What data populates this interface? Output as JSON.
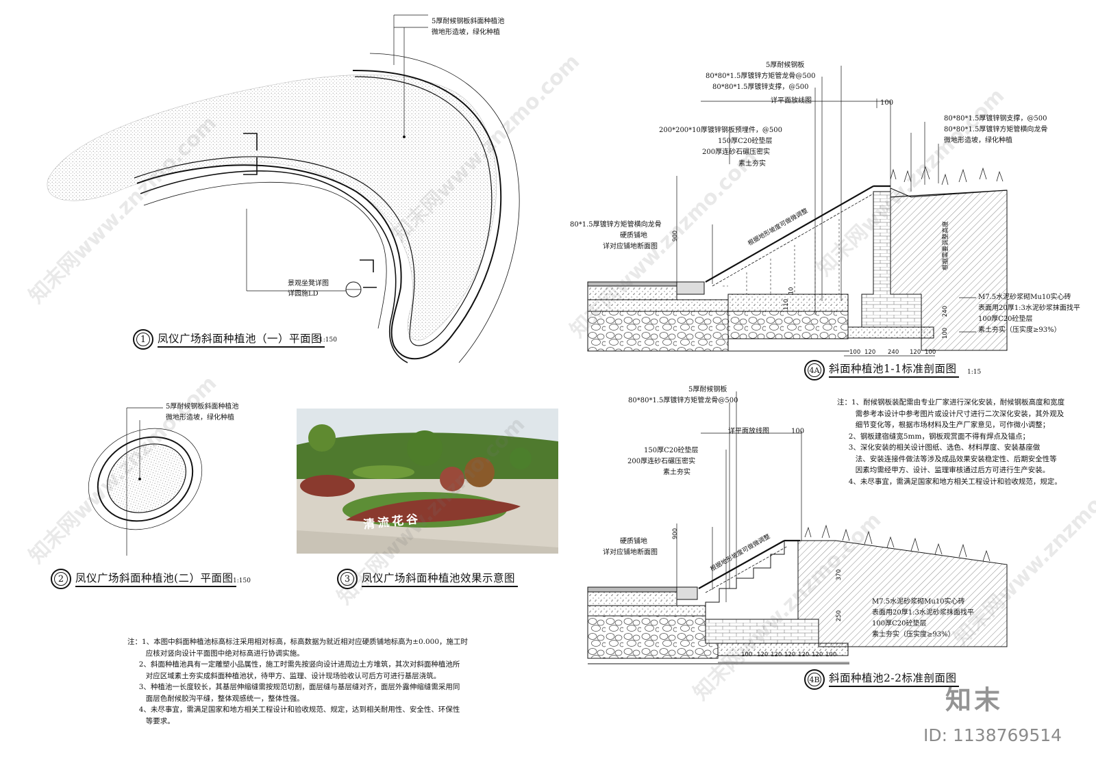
{
  "plan1": {
    "badge": "1",
    "title": "凤仪广场斜面种植池（一）平面图",
    "scale": "1:150",
    "callouts": [
      "5厚耐候钢板斜面种植池",
      "微地形造坡，绿化种植"
    ],
    "detail_ref": [
      "景观坐凳详图",
      "详园施LD"
    ]
  },
  "plan2": {
    "badge": "2",
    "title": "凤仪广场斜面种植池(二）平面图",
    "scale": "1:150",
    "callouts": [
      "5厚耐候钢板斜面种植池",
      "微地形造坡，绿化种植"
    ]
  },
  "photo": {
    "badge": "3",
    "title": "凤仪广场斜面种植池效果示意图",
    "sign_text": "清流花谷",
    "colors": {
      "sky": "#dfe6ea",
      "green": "#4f7a2e",
      "bed": "#8a3a2e",
      "paving": "#d9d3c7"
    }
  },
  "section4a": {
    "badge": "4A",
    "title": "斜面种植池1-1标准剖面图",
    "scale": "1:15",
    "top_labels": [
      "5厚耐候钢板",
      "80*80*1.5厚镀锌方矩管龙骨@500",
      "80*80*1.5厚镀锌支撑，@500"
    ],
    "left_labels": [
      "200*200*10厚镀锌钢板预埋件，@500",
      "150厚C20砼垫层",
      "200厚连砂石碾压密实",
      "素土夯实"
    ],
    "right_top_labels": [
      "80*80*1.5厚镀锌钢支撑，@500",
      "80*80*1.5厚镀锌方矩管横向龙骨",
      "微地形造坡，绿化种植"
    ],
    "left_mid_labels": [
      "80*1.5厚镀锌方矩管横向龙骨",
      "硬质铺地",
      "详对应铺地断面图"
    ],
    "right_bottom_labels": [
      "M7.5水泥砂浆砌Mu10实心砖",
      "表面用20厚1:3水泥砂浆抹面找平",
      "100厚C20砼垫层",
      "素土夯实（压实度≥93%）"
    ],
    "dims_top": [
      "详平面放线图",
      "100"
    ],
    "dims_vertical": [
      "900",
      "240",
      "100",
      "110",
      "10"
    ],
    "dims_bottom": [
      "100",
      "120",
      "240",
      "120",
      "100"
    ],
    "slope_note": "根据地形坡度可做微调整",
    "height_note": "根据需要调整高度"
  },
  "section4b": {
    "badge": "4B",
    "title": "斜面种植池2-2标准剖面图",
    "top_labels": [
      "5厚耐候钢板",
      "80*80*1.5厚镀锌方矩管龙骨@500"
    ],
    "left_labels": [
      "150厚C20砼垫层",
      "200厚连砂石碾压密实",
      "素土夯实"
    ],
    "left_mid_labels": [
      "硬质铺地",
      "详对应铺地断面图"
    ],
    "right_bottom_labels": [
      "M7.5水泥砂浆砌Mu10实心砖",
      "表面用20厚1:3水泥砂浆抹面找平",
      "100厚C20砼垫层",
      "素土夯实（压实度≥93%）"
    ],
    "dims_top": [
      "详平面放线图",
      "100"
    ],
    "dims_vertical": [
      "900",
      "370",
      "250"
    ],
    "dims_bottom": [
      "100",
      "120",
      "120",
      "120",
      "120",
      "120",
      "100"
    ],
    "slope_note": "根据地形坡度可做微调整"
  },
  "notes_right": "注：1、耐候钢板装配需由专业厂家进行深化安装，耐候钢板高度和宽度\n        需参考本设计中参考图片或设计尺寸进行二次深化安装，其外观及\n        细节变化等，根据市场材料及生产厂家意见，可作微小调整；\n     2、钢板建宿缝宽5mm，钢板观赏面不得有焊点及锚点；\n     3、深化安装的相关设计图纸、选色、材料厚度、安装基座做\n        法、安装连接件做法等涉及成品效果安装稳定性、后期安全性等\n        因素均需经甲方、设计、监理审核通过后方可进行生产安装。\n     4、未尽事宜，需满足国家和地方相关工程设计和验收规范，规定。",
  "notes_bottom": "注：1、本图中斜面种植池标高标注采用相对标高，标高数据为就近相对应硬质铺地标高为±0.000，施工时\n        应核对竖向设计平面图中绝对标高进行协调实施。\n     2、斜面种植池具有一定雕塑小品属性，施工时需先按竖向设计进周边土方堆筑，其次对斜面种植池所\n        对应区域素土夯实成斜面种植池状，待甲方、监理、设计现场验收认可后方可进行基层浇筑。\n     3、种植池一长度较长，其基层伸缩缝需按规范切割，面层缝与基层缝对齐，面层外露伸缩缝需采用同\n        面层色耐候胶沟平缝，整体观感统一，整体性强。\n     4、未尽事宜，需满足国家和地方相关工程设计和验收规范、规定，达到相关耐用性、安全性、环保性\n        等要求。",
  "branding": {
    "logo": "知末",
    "id_text": "ID: 1138769514",
    "watermark": "知末网www.znzmo.com"
  }
}
